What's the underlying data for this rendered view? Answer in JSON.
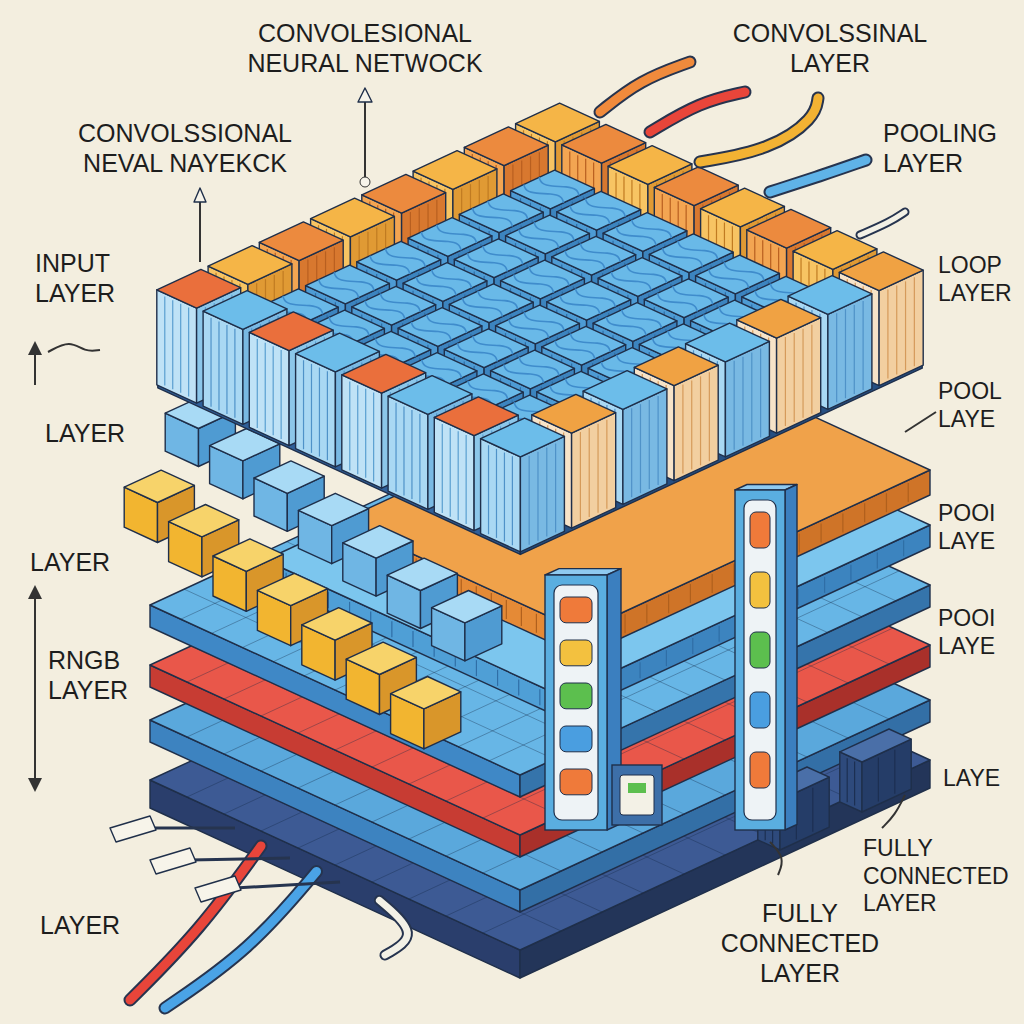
{
  "diagram": {
    "labels": [
      "CONVOLESIONAL NEURAL NETWOCK",
      "CONVOLSSINAL LAYER",
      "CONVOLSSIONAL NEVAL NAYEKCK",
      "POOLING LAYER",
      "INPUT LAYER",
      "LOOP LAYER",
      "LAYER",
      "POOL LAYE",
      "LAYER",
      "POOI LAYE",
      "RNGB LAYER",
      "POOI LAYE",
      "LAYE",
      "FULLY CONNECTED LAYER",
      "LAYER",
      "FULLY CONNECTED LAYER"
    ]
  }
}
